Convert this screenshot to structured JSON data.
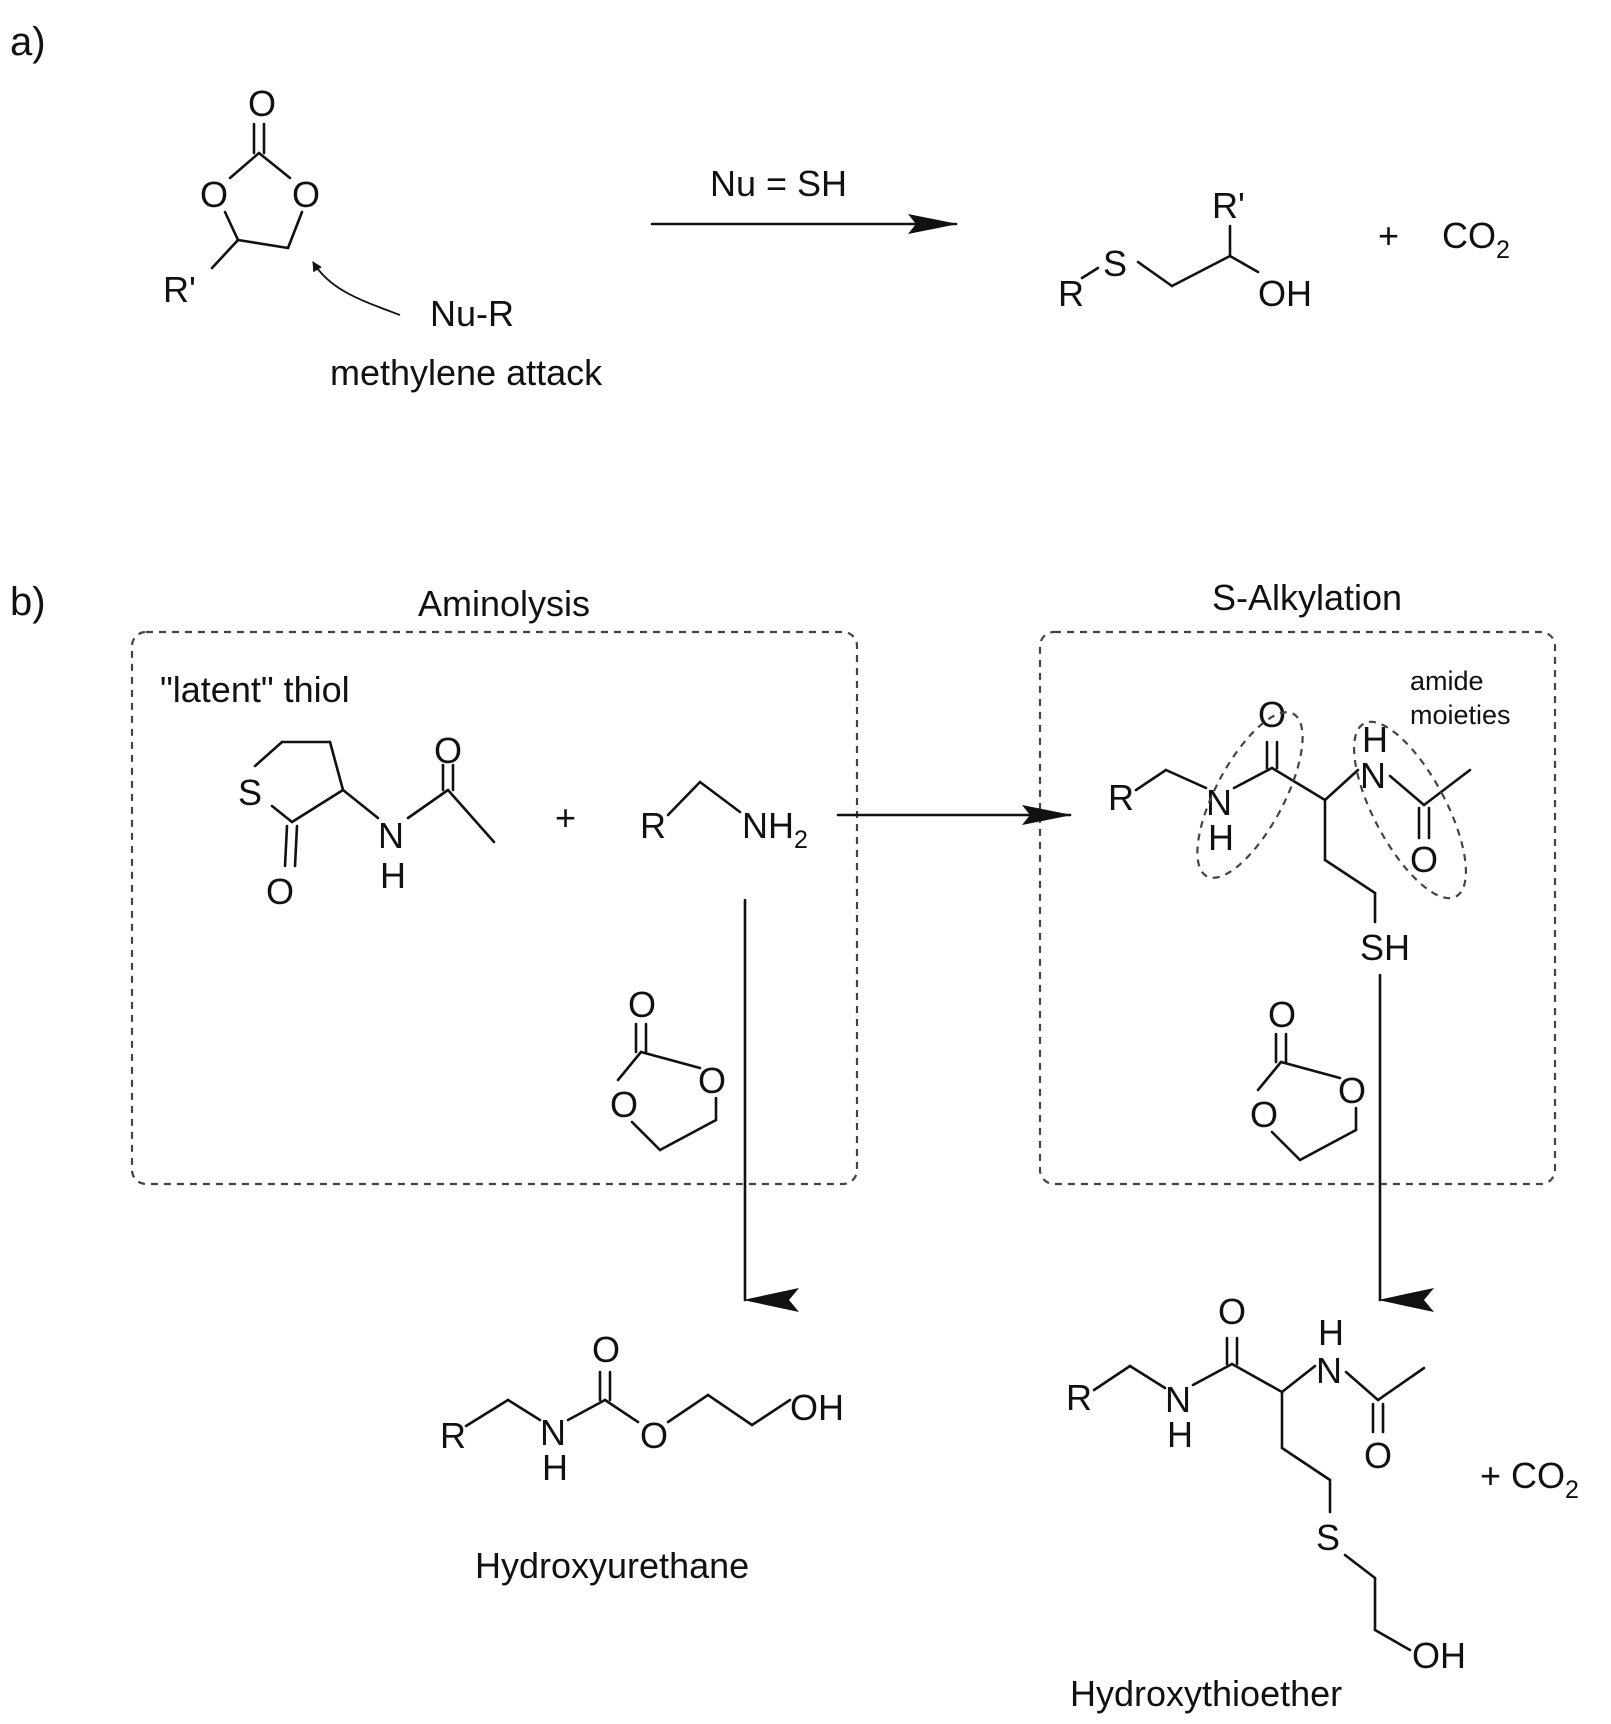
{
  "panels": {
    "a": {
      "label": "a)",
      "arrow_condition": "Nu = SH",
      "reagent": "Nu-R",
      "attack_label": "methylene attack",
      "atoms": {
        "o": "O",
        "rp": "R'",
        "r": "R",
        "s": "S",
        "oh": "OH"
      },
      "plus": "+",
      "co2": {
        "main": "CO",
        "sub": "2"
      }
    },
    "b": {
      "label": "b)",
      "box_left_title": "Aminolysis",
      "box_right_title": "S-Alkylation",
      "latent_thiol_label": "\"latent\" thiol",
      "amide_label_line1": "amide",
      "amide_label_line2": "moieties",
      "plus": "+",
      "atoms": {
        "o": "O",
        "s": "S",
        "n": "N",
        "h": "H",
        "r": "R",
        "sh": "SH",
        "oh": "OH"
      },
      "amine": {
        "main": "NH",
        "sub": "2"
      },
      "product_left": "Hydroxyurethane",
      "product_right": "Hydroxythioether",
      "co2_plus": "+ CO",
      "co2_sub": "2"
    }
  }
}
